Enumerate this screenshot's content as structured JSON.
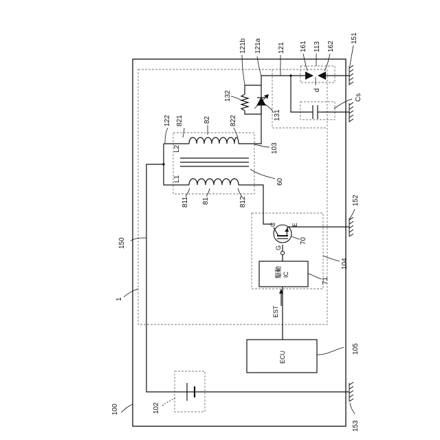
{
  "labels": {
    "n100": "100",
    "n1": "1",
    "n150": "150",
    "n102": "102",
    "n153": "153",
    "n105": "105",
    "ecu": "ECU",
    "est": "EST",
    "drive_ic_line1": "駆動",
    "drive_ic_line2": "IC",
    "n71": "71",
    "n104": "104",
    "n70": "70",
    "pin_c": "C",
    "pin_e": "E",
    "pin_g": "G",
    "n152": "152",
    "n60": "60",
    "n103": "103",
    "n81": "81",
    "n811": "811",
    "n812": "812",
    "n82": "82",
    "n821": "821",
    "n822": "822",
    "n122": "122",
    "coil_l1": "L1",
    "coil_l2": "L2",
    "n132": "132",
    "n131": "131",
    "n121b": "121b",
    "n121a": "121a",
    "n121": "121",
    "n161": "161",
    "n113": "113",
    "n162": "162",
    "n151": "151",
    "gap_d": "d",
    "cap_cs": "Cs"
  }
}
